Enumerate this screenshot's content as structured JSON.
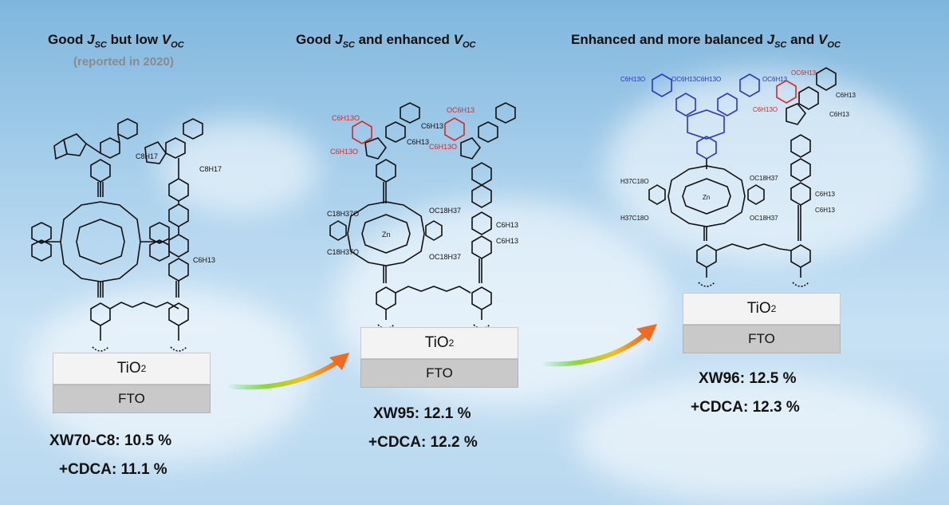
{
  "panels": [
    {
      "title_parts": [
        "Good ",
        "J",
        "SC",
        " but low ",
        "V",
        "OC"
      ],
      "subtitle": "(reported in 2020)",
      "layers": {
        "tio2_main": "TiO",
        "tio2_sub": "2",
        "fto": "FTO"
      },
      "result_line1": "XW70-C8: 10.5 %",
      "result_line2": "+CDCA: 11.1 %",
      "labels": [
        "C8H17",
        "C8H17",
        "C6H13"
      ]
    },
    {
      "title_parts": [
        "Good ",
        "J",
        "SC",
        " and enhanced ",
        "V",
        "OC"
      ],
      "layers": {
        "tio2_main": "TiO",
        "tio2_sub": "2",
        "fto": "FTO"
      },
      "result_line1": "XW95: 12.1 %",
      "result_line2": "+CDCA: 12.2 %",
      "labels": [
        "C6H13O",
        "C6H13O",
        "C6H13",
        "C6H13",
        "OC6H13",
        "C6H13O",
        "C18H37O",
        "C18H37O",
        "OC18H37",
        "OC18H37",
        "Zn",
        "C6H13",
        "C6H13"
      ]
    },
    {
      "title_parts": [
        "Enhanced and more balanced ",
        "J",
        "SC",
        " and ",
        "V",
        "OC"
      ],
      "layers": {
        "tio2_main": "TiO",
        "tio2_sub": "2",
        "fto": "FTO"
      },
      "result_line1": "XW96: 12.5 %",
      "result_line2": "+CDCA: 12.3 %",
      "labels": [
        "C6H13O",
        "OC6H13C6H13O",
        "OC6H13",
        "OC6H13",
        "C6H13O",
        "C6H13",
        "C6H13",
        "H37C18O",
        "H37C18O",
        "OC18H37",
        "OC18H37",
        "Zn",
        "C6H13",
        "C6H13"
      ]
    }
  ],
  "colors": {
    "accent_red": "#d6282b",
    "accent_blue": "#2a35c9",
    "arrow_start": "#40d060",
    "arrow_end": "#f46a1c"
  }
}
